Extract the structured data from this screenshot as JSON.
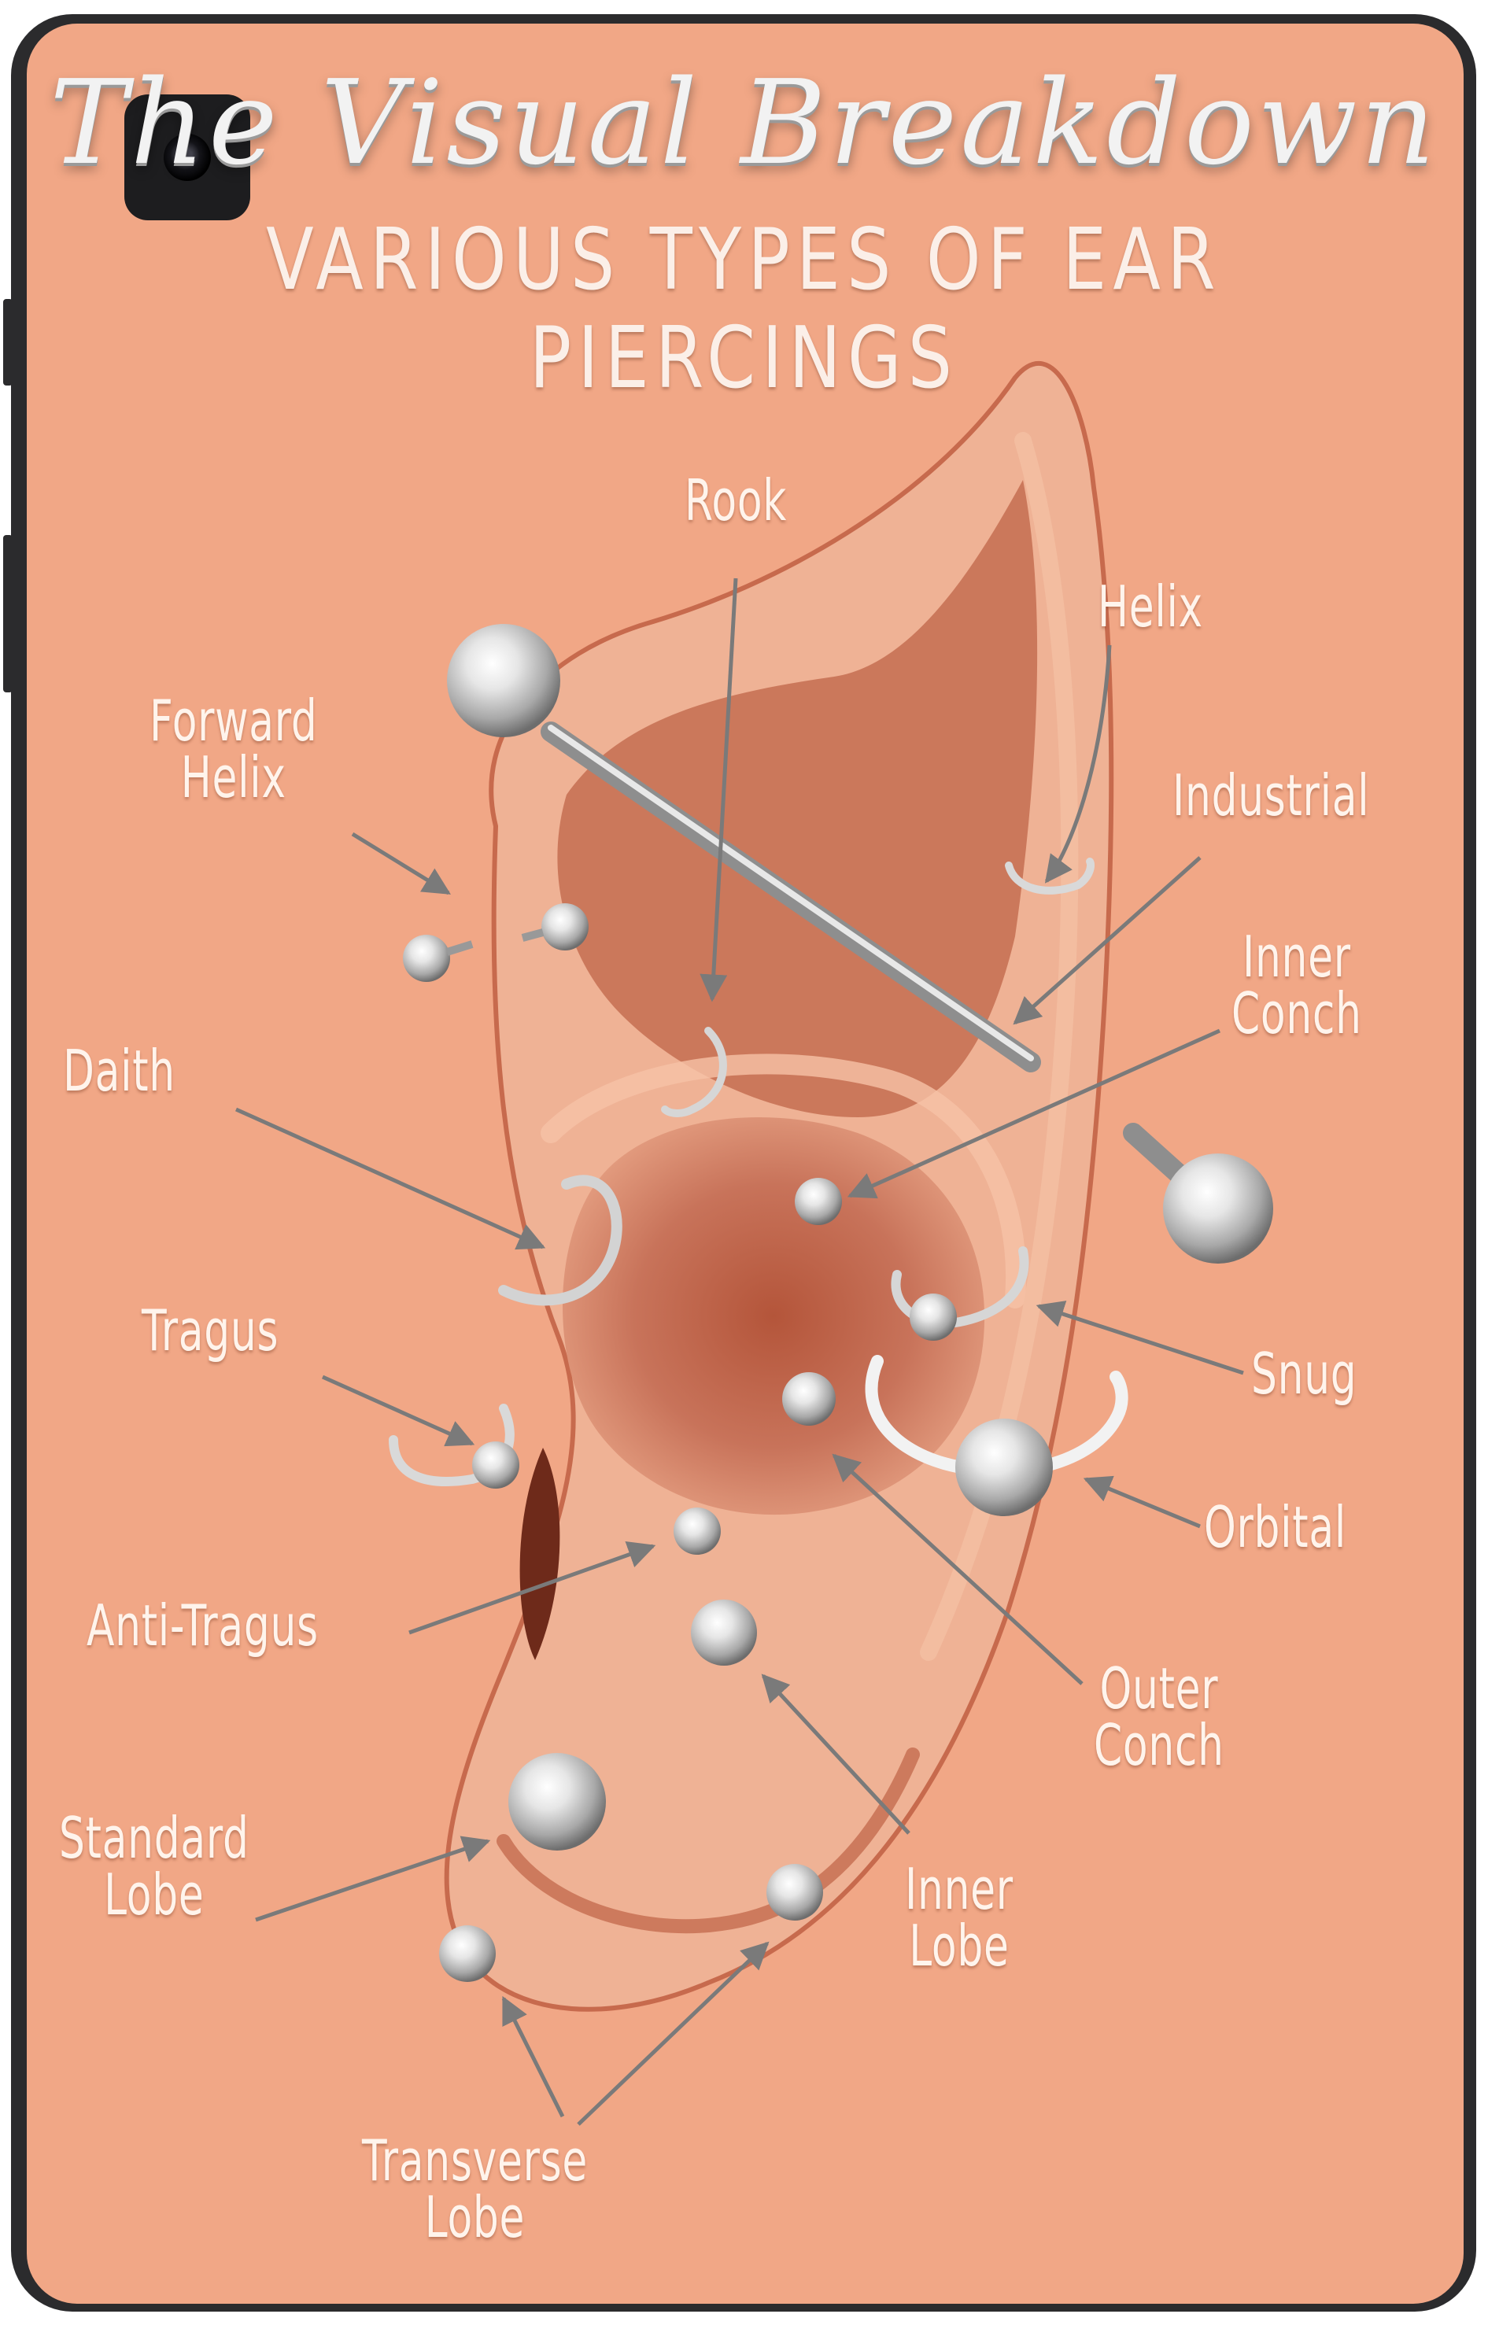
{
  "title": "The Visual Breakdown",
  "subtitle": "VARIOUS TYPES OF EAR PIERCINGS",
  "labels": {
    "rook": "Rook",
    "helix": "Helix",
    "forward_helix": "Forward\nHelix",
    "industrial": "Industrial",
    "inner_conch": "Inner\nConch",
    "daith": "Daith",
    "tragus": "Tragus",
    "snug": "Snug",
    "orbital": "Orbital",
    "anti_tragus": "Anti-Tragus",
    "outer_conch": "Outer\nConch",
    "standard_lobe": "Standard\nLobe",
    "inner_lobe": "Inner\nLobe",
    "transverse_lobe": "Transverse\nLobe"
  },
  "colors": {
    "background": "#f1a786",
    "ear_light": "#efb295",
    "ear_shadow": "#b85a3c",
    "label": "#fff4ec",
    "pointer": "#7a7a7a",
    "device": "#2b2b2d"
  }
}
